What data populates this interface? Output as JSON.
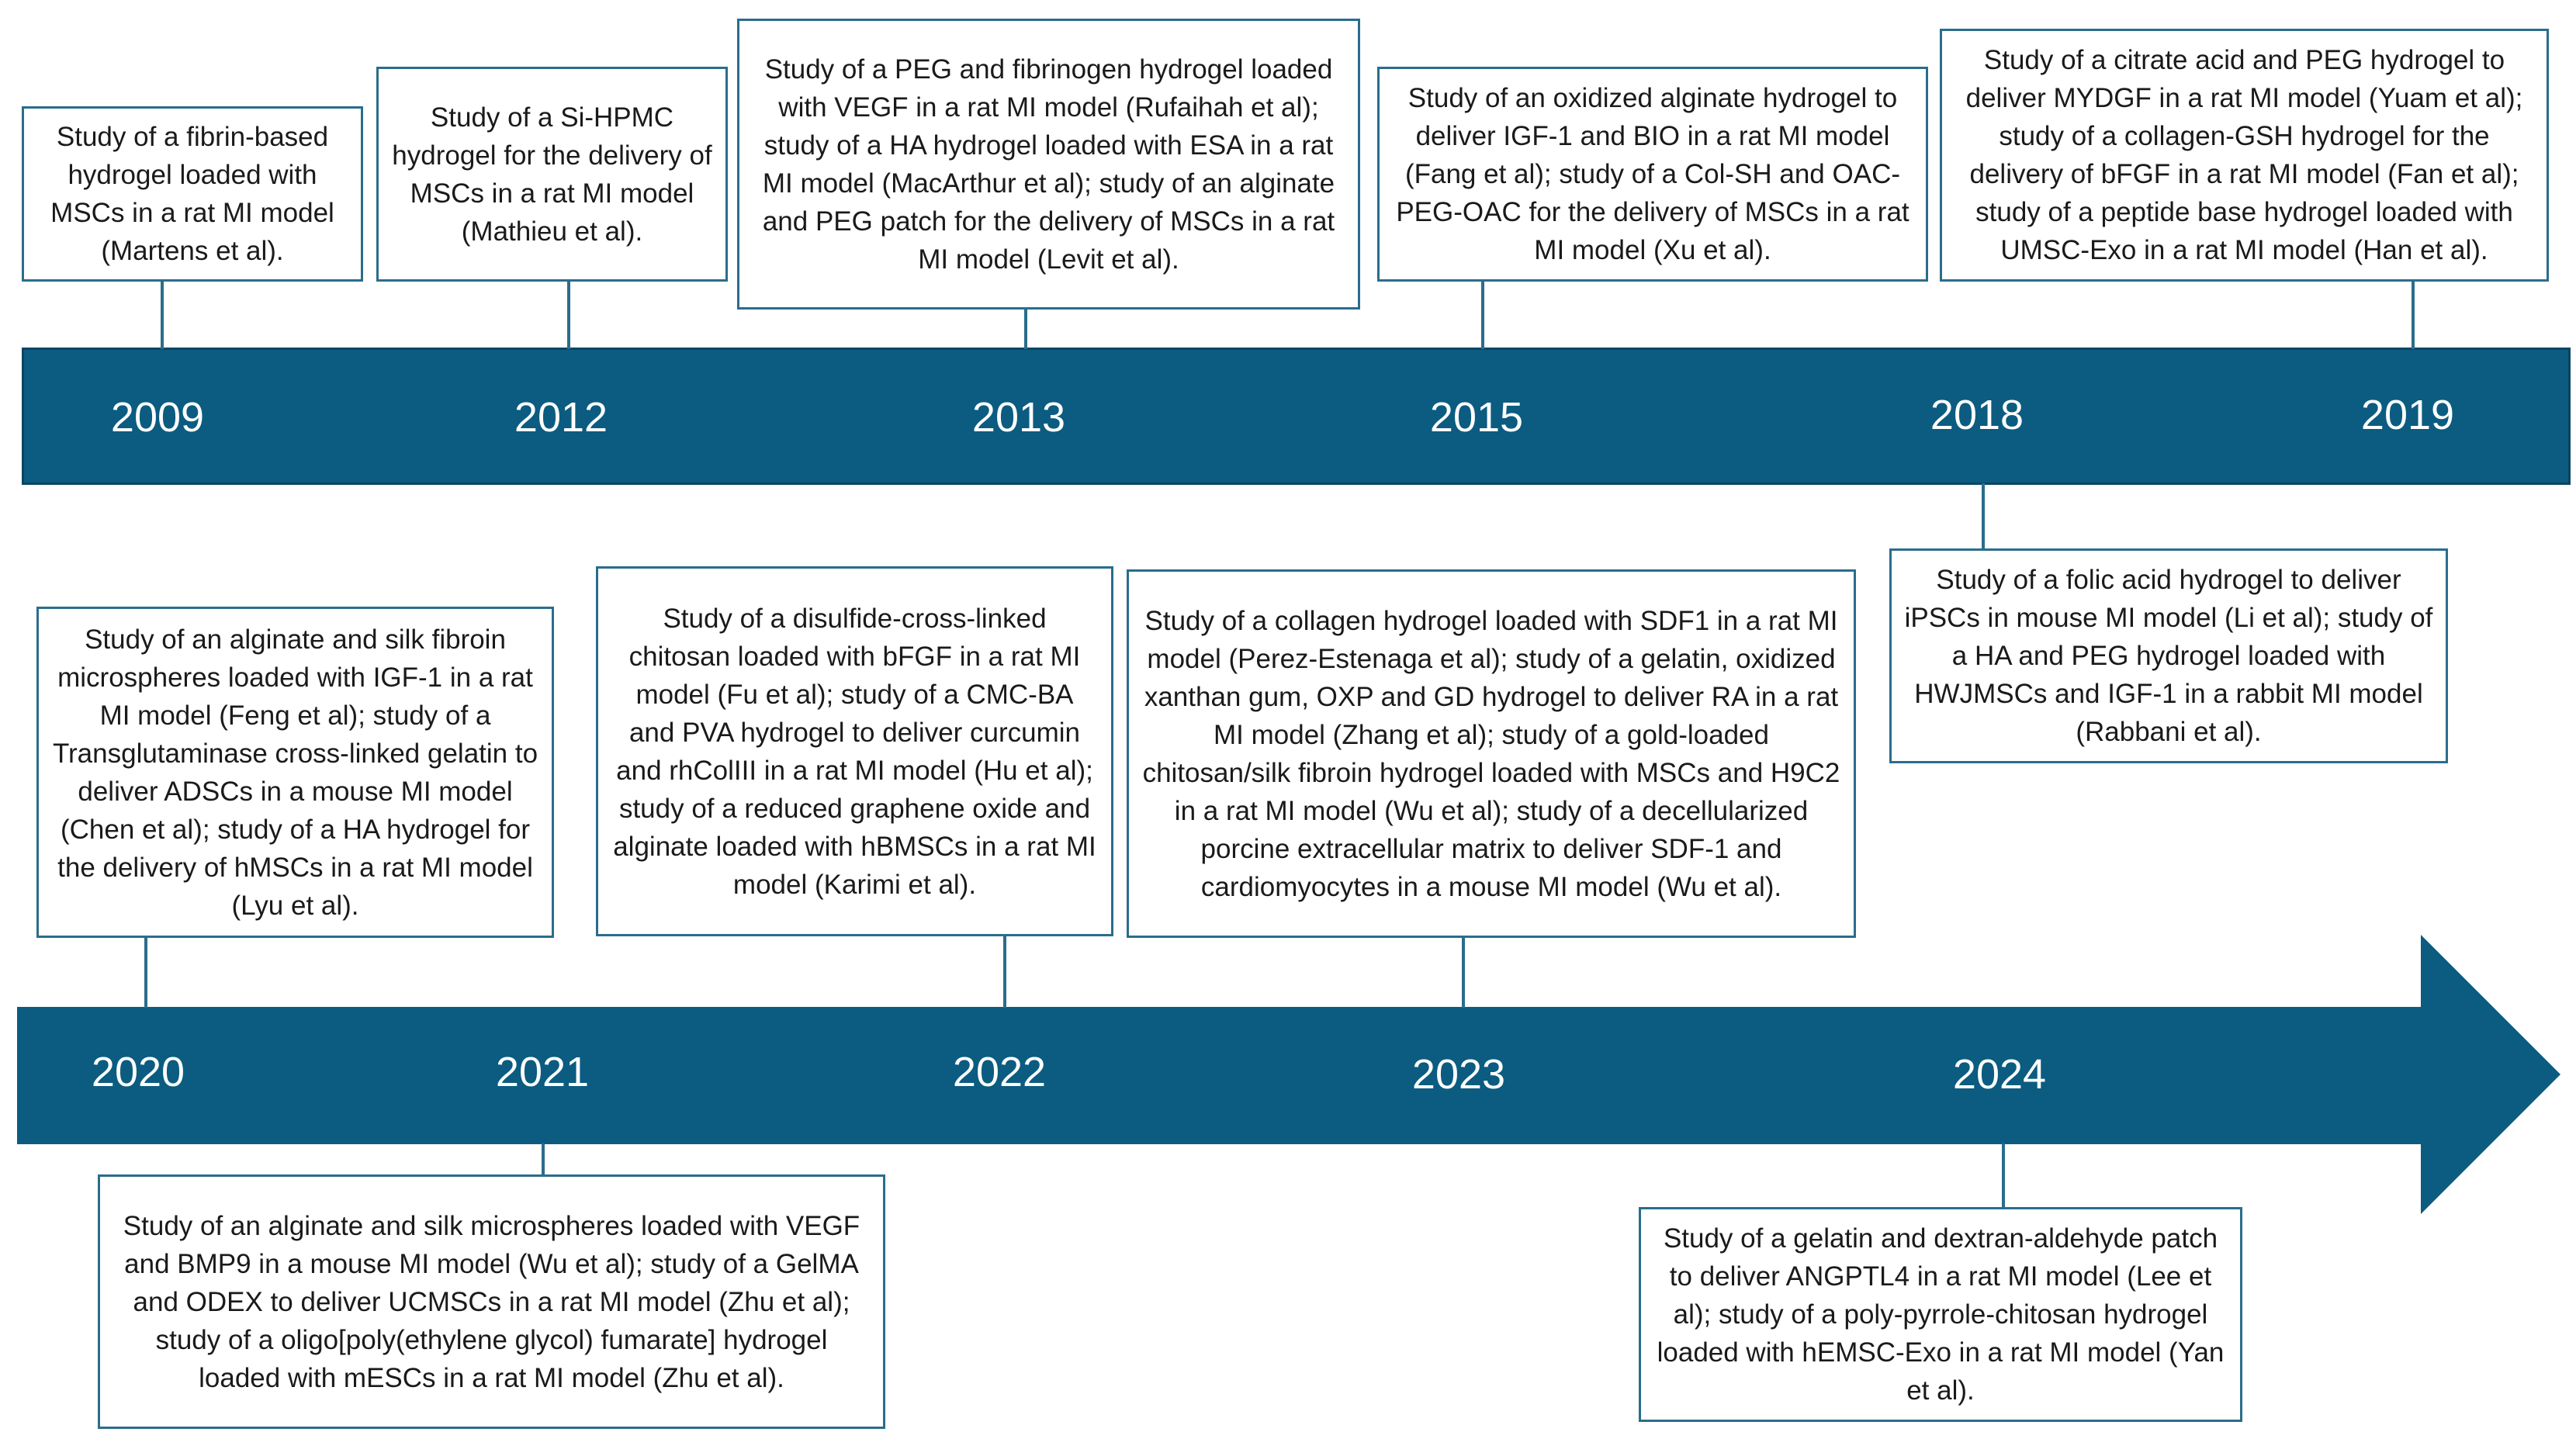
{
  "colors": {
    "band": "#0b5c80",
    "box_border": "#2a6d8c",
    "text": "#1a1a1a",
    "year_text": "#ffffff"
  },
  "row1": {
    "years": [
      "2009",
      "2012",
      "2013",
      "2015",
      "2018",
      "2019"
    ],
    "events": [
      {
        "year": "2009",
        "text": "Study of a fibrin-based hydrogel loaded with MSCs in a rat MI model (Martens et al)."
      },
      {
        "year": "2012",
        "text": "Study of a Si-HPMC hydrogel for the delivery of MSCs in a rat MI model (Mathieu et al)."
      },
      {
        "year": "2013",
        "text": "Study of a PEG and fibrinogen hydrogel loaded with VEGF in a rat MI model (Rufaihah et al); study of a HA hydrogel loaded with ESA in a rat MI model (MacArthur et al); study of an alginate and PEG patch for the delivery of MSCs in a rat MI model (Levit et al)."
      },
      {
        "year": "2015",
        "text": "Study of an oxidized alginate hydrogel to deliver IGF-1 and BIO in a rat MI model (Fang et al); study of a Col-SH and OAC-PEG-OAC for the delivery of MSCs in a rat MI model (Xu et al)."
      },
      {
        "year": "2018",
        "text": "Study of a folic acid hydrogel to deliver iPSCs in mouse MI model (Li et al); study of a HA and PEG hydrogel loaded with HWJMSCs and IGF-1 in a rabbit MI model (Rabbani et al)."
      },
      {
        "year": "2019",
        "text": "Study of a citrate acid and PEG hydrogel to deliver MYDGF in a rat MI model (Yuam et al); study of a collagen-GSH hydrogel for the delivery of bFGF in a rat MI model (Fan et al); study of a peptide base hydrogel loaded with UMSC-Exo in a rat MI model (Han et al)."
      }
    ]
  },
  "row2": {
    "years": [
      "2020",
      "2021",
      "2022",
      "2023",
      "2024"
    ],
    "events": [
      {
        "year": "2020",
        "text": "Study of an alginate and silk fibroin microspheres loaded with IGF-1 in a rat MI model (Feng et al); study of a Transglutaminase cross-linked gelatin to deliver ADSCs in a mouse MI model (Chen et al); study of a HA hydrogel for the delivery of hMSCs in a rat MI model (Lyu et al)."
      },
      {
        "year": "2021",
        "text": "Study of an alginate and silk microspheres loaded with VEGF and BMP9 in a mouse MI model (Wu et al); study of a GelMA and ODEX to deliver UCMSCs in a rat MI model (Zhu et al); study of a oligo[poly(ethylene glycol) fumarate] hydrogel loaded with mESCs in a rat MI model (Zhu et al)."
      },
      {
        "year": "2022",
        "text": "Study of a disulfide-cross-linked chitosan loaded with bFGF in a rat MI model (Fu et al); study of a CMC-BA and PVA hydrogel to deliver curcumin and rhColIII in a rat MI model (Hu et al); study of a reduced graphene oxide and alginate loaded with hBMSCs in a rat MI model (Karimi et al)."
      },
      {
        "year": "2023",
        "text": "Study of a collagen hydrogel loaded with SDF1 in a rat MI model (Perez-Estenaga et al); study of a gelatin, oxidized xanthan gum, OXP and GD hydrogel to deliver RA in a rat MI model (Zhang et al); study of a gold-loaded chitosan/silk fibroin hydrogel loaded with MSCs and H9C2 in a rat MI model (Wu et al); study of a decellularized porcine extracellular matrix to deliver SDF-1 and cardiomyocytes in a mouse MI model (Wu et al)."
      },
      {
        "year": "2024",
        "text": "Study of a gelatin and dextran-aldehyde patch to deliver ANGPTL4 in a rat MI model (Lee et al); study of a poly-pyrrole-chitosan hydrogel loaded with hEMSC-Exo in a rat MI model (Yan et al)."
      }
    ]
  }
}
